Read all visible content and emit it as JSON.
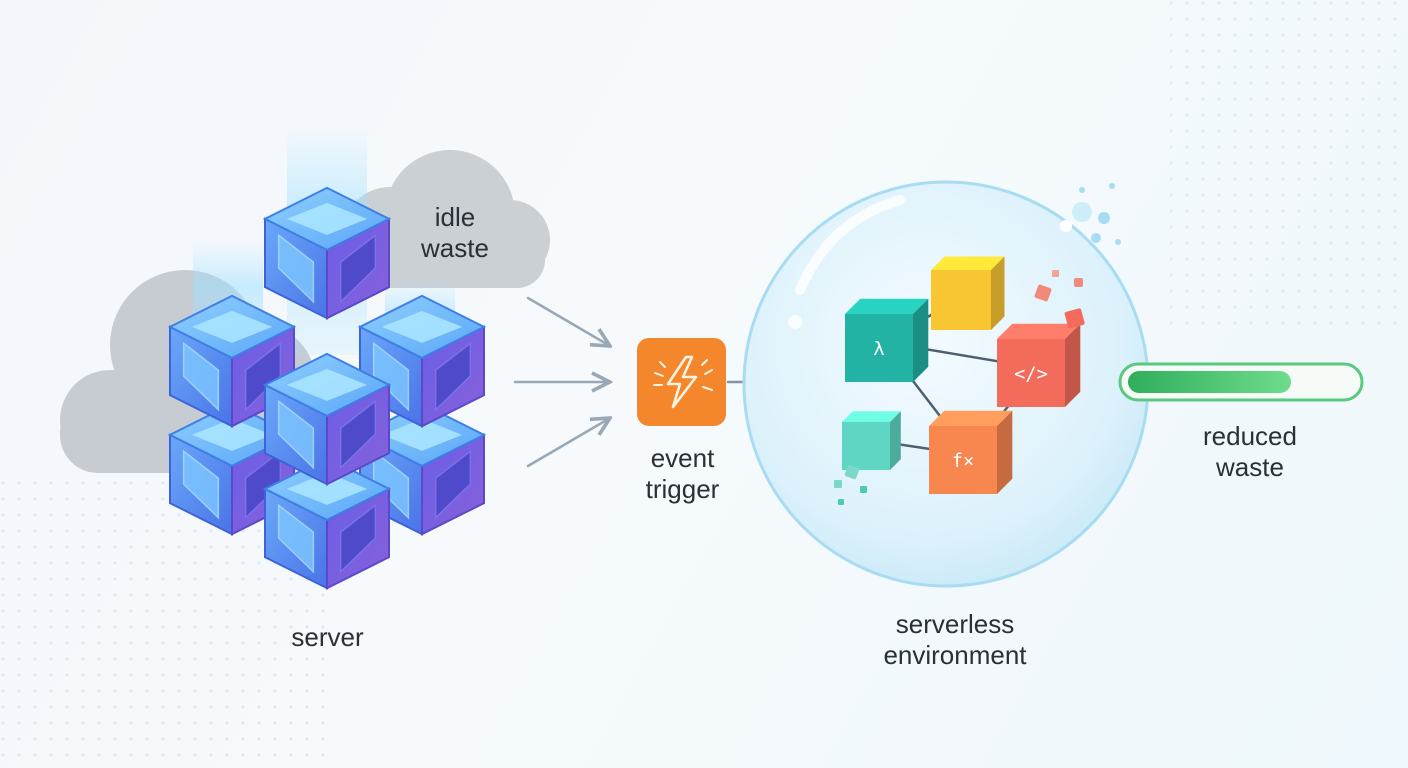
{
  "labels": {
    "idle_waste": [
      "idle",
      "waste"
    ],
    "server": "server",
    "event_trigger": [
      "event",
      "trigger"
    ],
    "serverless_environment": [
      "serverless",
      "environment"
    ],
    "reduced_waste": [
      "reduced",
      "waste"
    ]
  },
  "icons": {
    "trigger": "lightning-bolt-icon",
    "cube_glyphs": [
      "lambda",
      "code-brackets",
      "function-fx"
    ]
  },
  "waste_meter": {
    "level": 0.72
  },
  "colors": {
    "server_cube": "#5b8ef5",
    "server_cube_side": "#7a5fe0",
    "trigger": "#f4862b",
    "teal": "#2ec4b0",
    "yellow": "#f7c632",
    "coral": "#f26b5b",
    "orange": "#f7864f",
    "meter_fill": "#3ec46d",
    "bubble": "#bfe6f5"
  }
}
